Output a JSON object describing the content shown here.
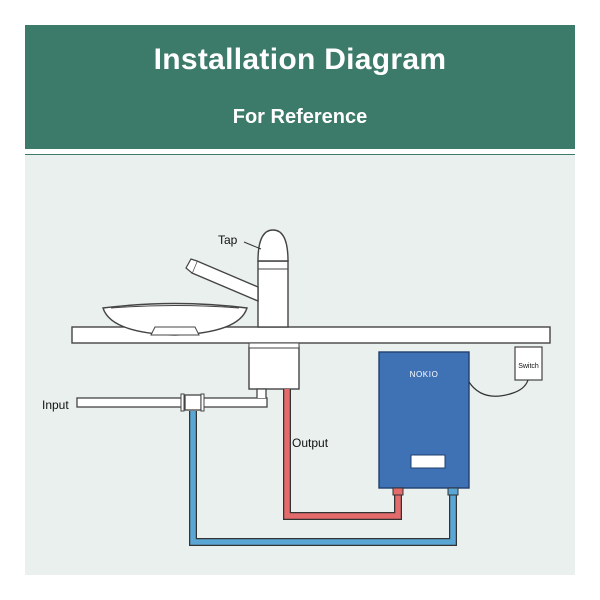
{
  "header": {
    "title": "Installation Diagram",
    "subtitle": "For Reference"
  },
  "labels": {
    "tap": "Tap",
    "input": "Input",
    "output": "Output",
    "switch": "Switch",
    "brand": "NOKIO"
  },
  "colors": {
    "header_bg": "#3c7a6a",
    "panel_bg": "#e9f0ee",
    "heater_blue": "#3f72b5",
    "cold_pipe": "#5aa7d6",
    "hot_pipe": "#e36b6b"
  }
}
